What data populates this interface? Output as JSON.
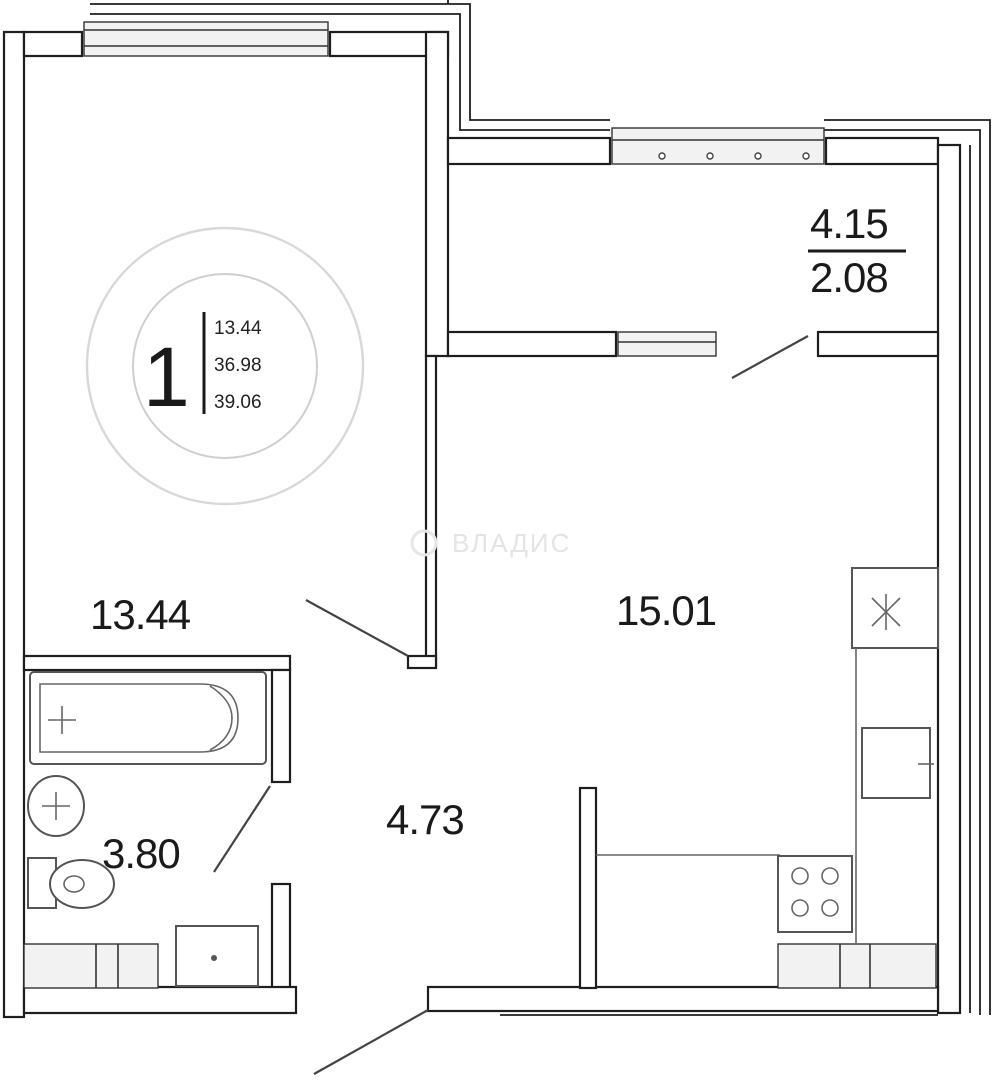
{
  "badge": {
    "rooms": "1",
    "living_area": "13.44",
    "total_area": "36.98",
    "total_area_with_balcony": "39.06"
  },
  "rooms": {
    "bedroom": "13.44",
    "kitchen_living": "15.01",
    "hallway": "4.73",
    "bathroom": "3.80",
    "balcony_area": "4.15",
    "balcony_reduced": "2.08"
  },
  "watermark": "ВЛАДИС",
  "colors": {
    "wall": "#1e1e1e",
    "fixture": "#555555",
    "badge_ring": "#d8d8d8",
    "watermark": "#e4e4e4"
  }
}
